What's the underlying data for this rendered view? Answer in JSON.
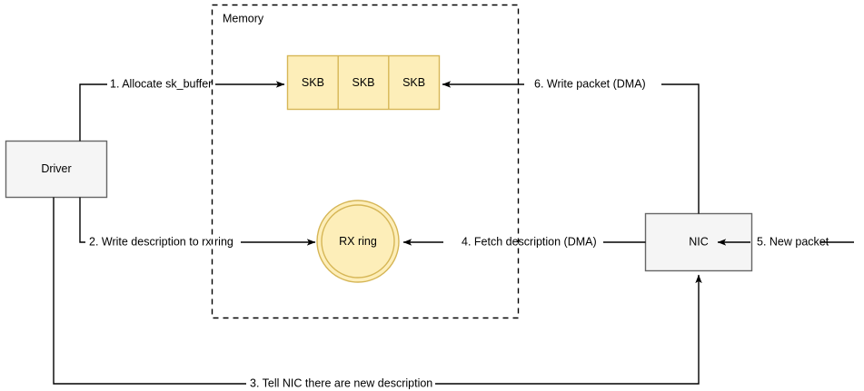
{
  "diagram": {
    "title_region": {
      "memory_label": "Memory"
    },
    "nodes": {
      "driver": {
        "label": "Driver"
      },
      "nic": {
        "label": "NIC"
      },
      "rx_ring": {
        "label": "RX ring"
      },
      "skb1": {
        "label": "SKB"
      },
      "skb2": {
        "label": "SKB"
      },
      "skb3": {
        "label": "SKB"
      }
    },
    "edges": {
      "step1": {
        "label": "1. Allocate sk_buffer"
      },
      "step2": {
        "label": "2. Write description to rx ring"
      },
      "step3": {
        "label": "3. Tell NIC there are new description"
      },
      "step4": {
        "label": "4. Fetch description (DMA)"
      },
      "step5": {
        "label": "5. New packet"
      },
      "step6": {
        "label": "6. Write packet (DMA)"
      }
    },
    "colors": {
      "node_fill": "#f5f5f5",
      "node_stroke": "#666666",
      "buffer_fill": "#fdeeb9",
      "buffer_stroke": "#d6b656",
      "line": "#000000",
      "background": "#ffffff"
    }
  }
}
